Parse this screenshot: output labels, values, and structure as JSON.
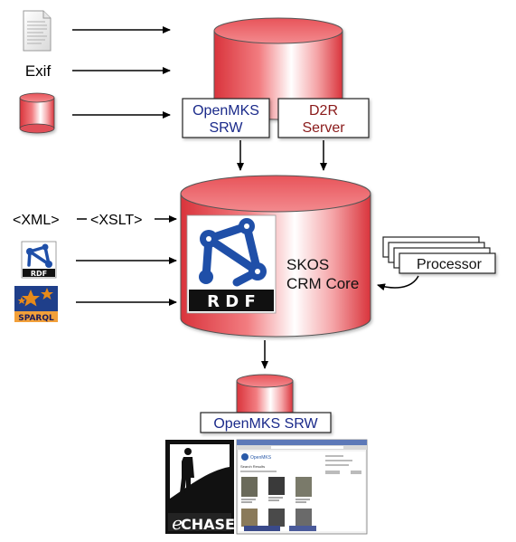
{
  "inputs": {
    "exif_label": "Exif",
    "xml_label": "<XML>",
    "xslt_label": "<XSLT>"
  },
  "top_store": {
    "openmks_srw": [
      "OpenMKS",
      "SRW"
    ],
    "d2r_server": [
      "D2R",
      "Server"
    ]
  },
  "core": {
    "rdf_logo_text": "R D F",
    "line1": "SKOS",
    "line2": "CRM Core"
  },
  "processor_label": "Processor",
  "bottom_store": {
    "label": "OpenMKS SRW"
  },
  "icons": {
    "rdf_small_text": "RDF",
    "sparql_text": "SPARQL",
    "echase_text": "CHASE",
    "echase_e": "e"
  },
  "screenshot": {
    "brand": "OpenMKS",
    "heading": "Search Results"
  },
  "colors": {
    "cylinder_red": "#e8545a",
    "cylinder_light": "#fde0e0",
    "openmks_text": "#1a2a8a",
    "d2r_text": "#8a1a1a",
    "rdf_blue": "#1f4fa8",
    "sparql_orange": "#e68a1a"
  }
}
